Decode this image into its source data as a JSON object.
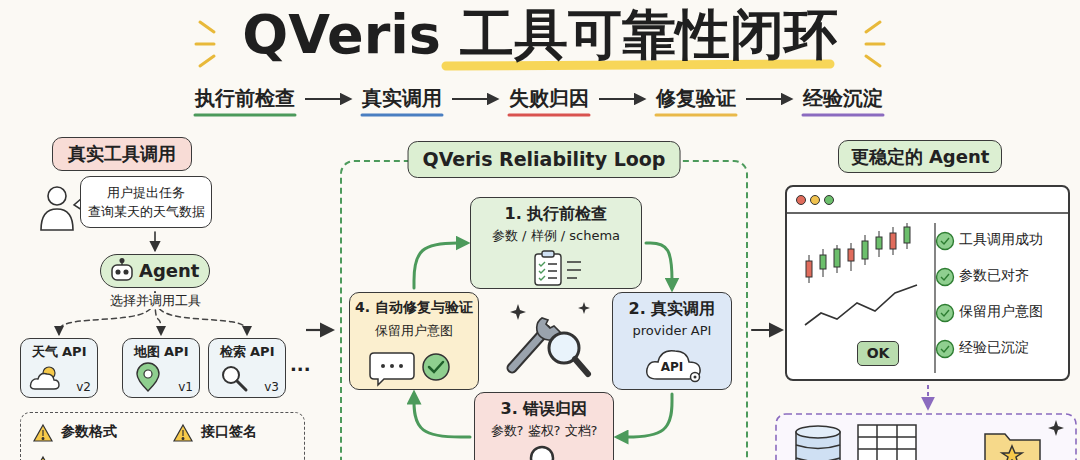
{
  "diagram": {
    "title": "QVeris 工具可靠性闭环",
    "nodes": [
      {
        "text": [
          "真实工具调用"
        ]
      },
      {
        "text": [
          "用户提出任务",
          "查询某天的天气数据"
        ]
      },
      {
        "text": [
          "Agent"
        ]
      },
      {
        "text": [
          "天气 API",
          "v2"
        ]
      },
      {
        "text": [
          "地图 API",
          "v1"
        ]
      },
      {
        "text": [
          "检索 API",
          "v3"
        ]
      },
      {
        "text": [
          "参数格式",
          "接口签名"
        ]
      },
      {
        "text": [
          "QVeris Reliability Loop"
        ]
      },
      {
        "text": [
          "1. 执行前检查",
          "参数 / 样例 / schema"
        ],
        "in": 7
      },
      {
        "text": [
          "2. 真实调用",
          "provider API"
        ],
        "in": 7
      },
      {
        "text": [
          "3. 错误归因",
          "参数? 鉴权? 文档?"
        ],
        "in": 7
      },
      {
        "text": [
          "4. 自动修复与验证",
          "保留用户意图"
        ],
        "in": 7
      },
      {
        "text": [
          "更稳定的 Agent"
        ]
      },
      {
        "text": [
          "工具调用成功",
          "参数已对齐",
          "保留用户意图",
          "经验已沉淀"
        ]
      },
      {
        "text": [
          "OK"
        ],
        "in": 13
      }
    ],
    "edges": [
      {
        "from": 1,
        "to": 2,
        "arrow": "to"
      },
      {
        "from": 2,
        "to": 3,
        "arrow": "to"
      },
      {
        "from": 2,
        "to": 4,
        "arrow": "to"
      },
      {
        "from": 2,
        "to": 5,
        "arrow": "to"
      },
      {
        "from": 8,
        "to": 9,
        "arrow": "to"
      },
      {
        "from": 9,
        "to": 10,
        "arrow": "to"
      },
      {
        "from": 10,
        "to": 11,
        "arrow": "to"
      },
      {
        "from": 11,
        "to": 8,
        "arrow": "to"
      },
      {
        "from": 7,
        "to": 13,
        "arrow": "to"
      }
    ],
    "labels": [
      "执行前检查",
      "真实调用",
      "失败归因",
      "修复验证",
      "经验沉淀",
      "选择并调用工具",
      "...",
      "API"
    ]
  }
}
